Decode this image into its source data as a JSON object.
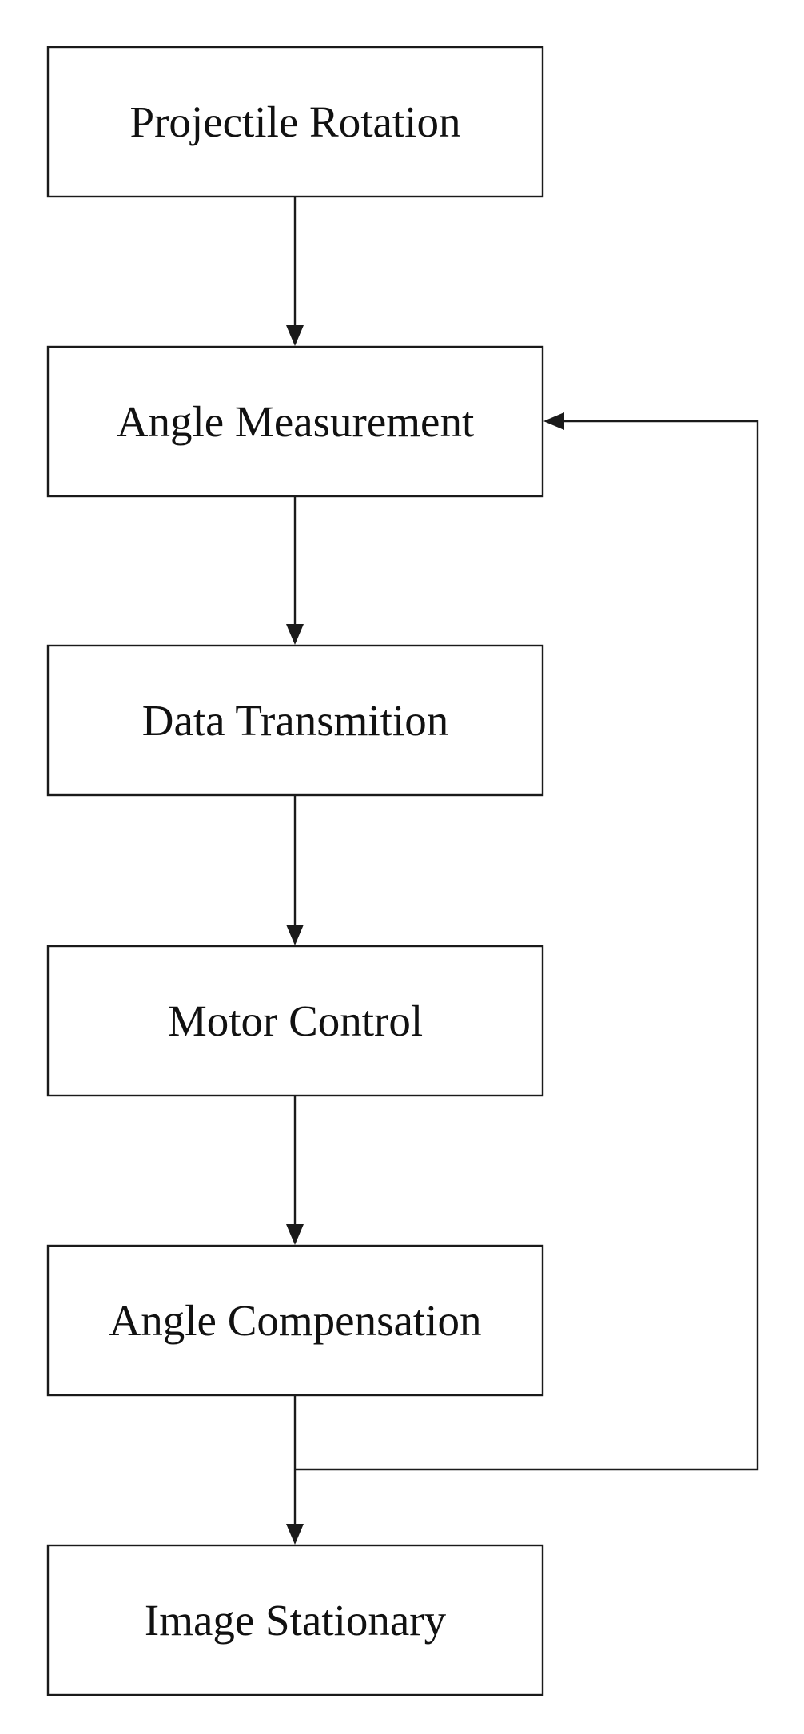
{
  "nodes": [
    {
      "id": "projectile-rotation",
      "label": "Projectile Rotation"
    },
    {
      "id": "angle-measurement",
      "label": "Angle Measurement"
    },
    {
      "id": "data-transmition",
      "label": "Data Transmition"
    },
    {
      "id": "motor-control",
      "label": "Motor Control"
    },
    {
      "id": "angle-compensation",
      "label": "Angle Compensation"
    },
    {
      "id": "image-stationary",
      "label": "Image Stationary"
    }
  ],
  "edges": [
    {
      "from": "projectile-rotation",
      "to": "angle-measurement"
    },
    {
      "from": "angle-measurement",
      "to": "data-transmition"
    },
    {
      "from": "data-transmition",
      "to": "motor-control"
    },
    {
      "from": "motor-control",
      "to": "angle-compensation"
    },
    {
      "from": "angle-compensation",
      "to": "image-stationary"
    },
    {
      "from": "angle-compensation",
      "to": "angle-measurement",
      "type": "feedback"
    }
  ]
}
